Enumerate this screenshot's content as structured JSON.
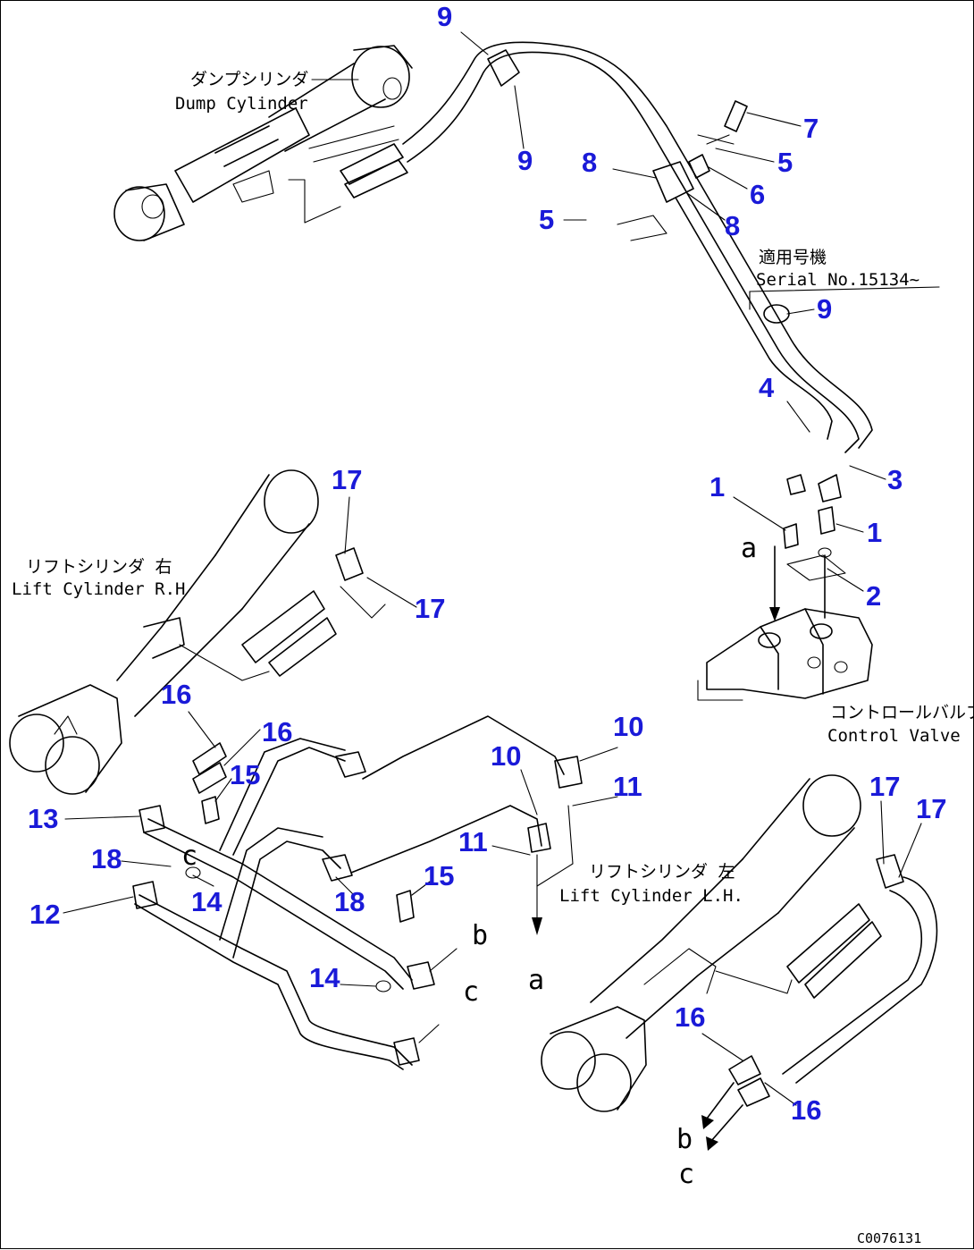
{
  "labels": {
    "dump_cylinder_jp": "ダンプシリンダ",
    "dump_cylinder_en": "Dump Cylinder",
    "serial_jp": "適用号機",
    "serial_en": "Serial No.15134~",
    "lift_rh_jp": "リフトシリンダ 右",
    "lift_rh_en": "Lift Cylinder R.H",
    "lift_lh_jp": "リフトシリンダ 左",
    "lift_lh_en": "Lift Cylinder L.H.",
    "valve_jp": "コントロールバルブ",
    "valve_en": "Control Valve",
    "code": "C0076131"
  },
  "letters": {
    "a": "a",
    "b": "b",
    "c": "c"
  },
  "callouts": {
    "c9a": "9",
    "c9b": "9",
    "c9c": "9",
    "c7": "7",
    "c5a": "5",
    "c5b": "5",
    "c6": "6",
    "c8a": "8",
    "c8b": "8",
    "c4": "4",
    "c3": "3",
    "c1a": "1",
    "c1b": "1",
    "c2": "2",
    "c17a": "17",
    "c17b": "17",
    "c17c": "17",
    "c17d": "17",
    "c16a": "16",
    "c16b": "16",
    "c16c": "16",
    "c16d": "16",
    "c15a": "15",
    "c15b": "15",
    "c13": "13",
    "c18a": "18",
    "c18b": "18",
    "c14a": "14",
    "c14b": "14",
    "c12": "12",
    "c10a": "10",
    "c10b": "10",
    "c11a": "11",
    "c11b": "11"
  },
  "colors": {
    "callout": "#1a1ad8",
    "line": "#000000"
  }
}
